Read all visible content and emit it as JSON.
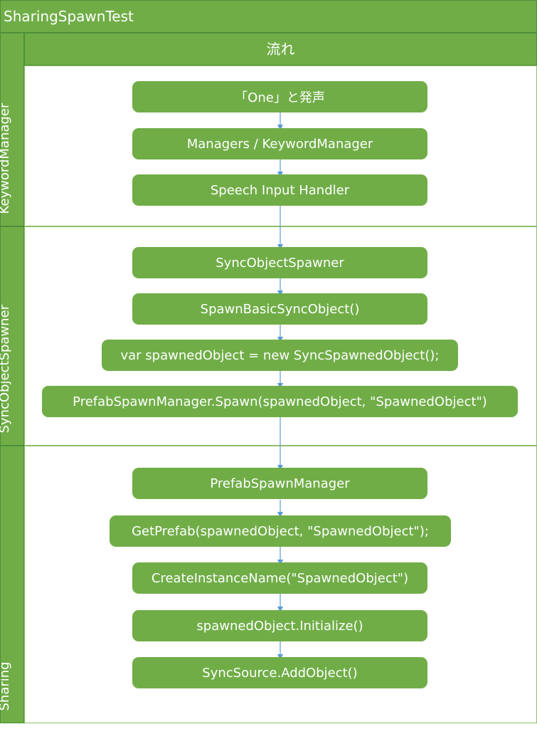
{
  "diagram": {
    "title": "SharingSpawnTest",
    "column_header": "流れ",
    "lanes": [
      {
        "label": "KeywordManager"
      },
      {
        "label": "SyncObjectSpawner"
      },
      {
        "label": "Sharing"
      }
    ],
    "steps": [
      "「One」と発声",
      "Managers / KeywordManager",
      "Speech Input Handler",
      "SyncObjectSpawner",
      "SpawnBasicSyncObject()",
      "var spawnedObject = new SyncSpawnedObject();",
      "PrefabSpawnManager.Spawn(spawnedObject, \"SpawnedObject\")",
      "PrefabSpawnManager",
      "GetPrefab(spawnedObject, \"SpawnedObject\");",
      "CreateInstanceName(\"SpawnedObject\")",
      "spawnedObject.Initialize()",
      "SyncSource.AddObject()"
    ],
    "colors": {
      "box_fill": "#70ad47",
      "connector": "#5b9bd5",
      "text": "#ffffff"
    }
  }
}
